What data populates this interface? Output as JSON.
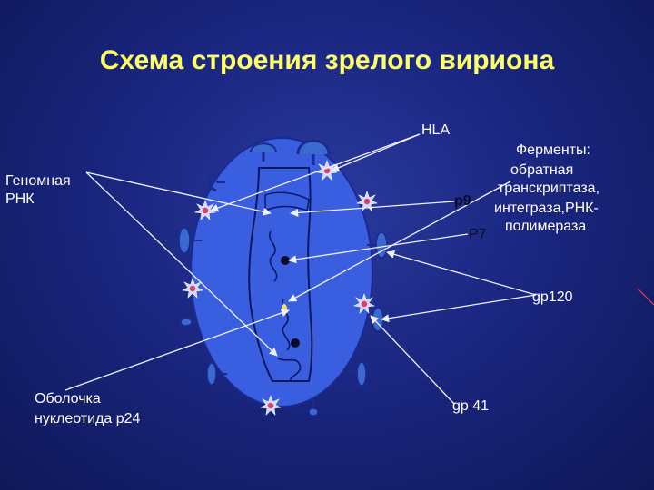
{
  "title": "Схема строения зрелого вириона",
  "labels": {
    "genome_line1": "Геномная",
    "genome_line2": "РНК",
    "hla": "HLA",
    "enzymes_line1": "Ферменты:",
    "enzymes_line2": "обратная",
    "enzymes_line3": "транскриптаза,",
    "enzymes_line4": "интеграза,РНК-",
    "enzymes_line5": "полимераза",
    "p9": "p9",
    "p7": "P7",
    "gp120": "gp120",
    "shell_line1": "Оболочка",
    "shell_line2": "нуклеотида р24",
    "gp41": "gp 41"
  },
  "colors": {
    "background": "#1a2680",
    "title": "#ffff66",
    "virion_fill": "#3a5ee0",
    "virion_stroke": "#1a2a90",
    "spike_fill": "#3a6ad0",
    "star_fill": "#d0d8ff",
    "star_center": "#e04060",
    "arrow": "#f0f0ff"
  }
}
